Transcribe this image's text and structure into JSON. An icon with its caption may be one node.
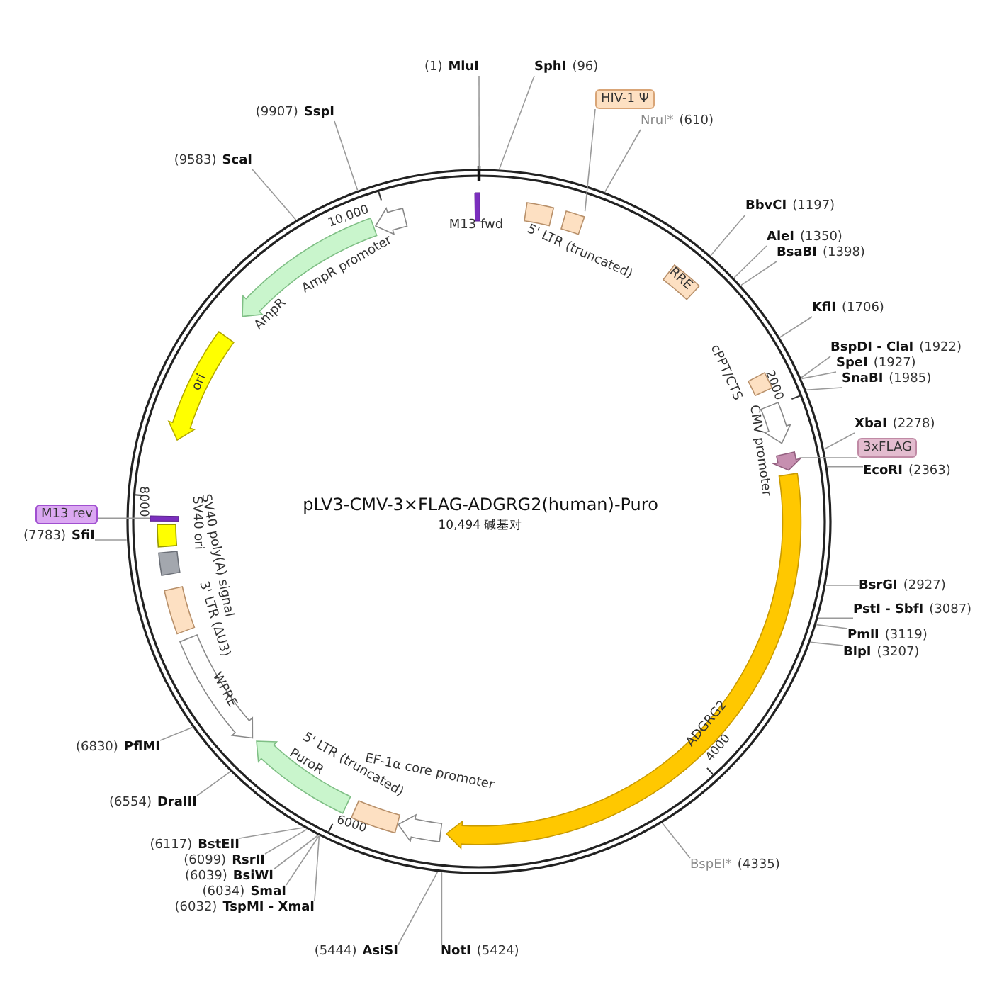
{
  "diagram": {
    "title": "pLV3-CMV-3×FLAG-ADGRG2(human)-Puro",
    "nodes": [
      {
        "text": [
          "M13 fwd"
        ]
      },
      {
        "text": [
          "5' LTR (truncated)"
        ]
      },
      {
        "text": [],
        "shape": "box"
      },
      {
        "text": [
          "RRE"
        ]
      },
      {
        "text": [
          "cPPT/CTS"
        ]
      },
      {
        "text": [
          "CMV promoter"
        ]
      },
      {
        "text": [],
        "shape": "pentagon"
      },
      {
        "text": [
          "ADGRG2"
        ]
      },
      {
        "text": [
          "EF-1α core promoter"
        ]
      },
      {
        "text": [
          "5' LTR (truncated)"
        ]
      },
      {
        "text": [
          "PuroR"
        ]
      },
      {
        "text": [
          "WPRE"
        ]
      },
      {
        "text": [
          "3' LTR (ΔU3)"
        ]
      },
      {
        "text": [
          "SV40 poly(A) signal"
        ]
      },
      {
        "text": [
          "SV40 ori"
        ]
      },
      {
        "text": [],
        "shape": "bar"
      },
      {
        "text": [
          "ori"
        ]
      },
      {
        "text": [
          "AmpR"
        ]
      },
      {
        "text": [
          "AmpR promoter"
        ]
      },
      {
        "text": [
          "(1)",
          "MluI"
        ]
      },
      {
        "text": [
          "SphI",
          "(96)"
        ]
      },
      {
        "text": [
          "HIV-1 Ψ"
        ]
      },
      {
        "text": [
          "NruI*",
          "(610)"
        ]
      },
      {
        "text": [
          "BbvCI",
          "(1197)"
        ]
      },
      {
        "text": [
          "AleI",
          "(1350)"
        ]
      },
      {
        "text": [
          "BsaBI",
          "(1398)"
        ]
      },
      {
        "text": [
          "KflI",
          "(1706)"
        ]
      },
      {
        "text": [
          "BspDI - ClaI",
          "(1922)"
        ]
      },
      {
        "text": [
          "SpeI",
          "(1927)"
        ]
      },
      {
        "text": [
          "SnaBI",
          "(1985)"
        ]
      },
      {
        "text": [
          "XbaI",
          "(2278)"
        ]
      },
      {
        "text": [
          "3xFLAG"
        ]
      },
      {
        "text": [
          "EcoRI",
          "(2363)"
        ]
      },
      {
        "text": [
          "BsrGI",
          "(2927)"
        ]
      },
      {
        "text": [
          "PstI - SbfI",
          "(3087)"
        ]
      },
      {
        "text": [
          "PmlI",
          "(3119)"
        ]
      },
      {
        "text": [
          "BlpI",
          "(3207)"
        ]
      },
      {
        "text": [
          "BspEI*",
          "(4335)"
        ]
      },
      {
        "text": [
          "NotI",
          "(5424)"
        ]
      },
      {
        "text": [
          "(5444)",
          "AsiSI"
        ]
      },
      {
        "text": [
          "(6032)",
          "TspMI - XmaI"
        ]
      },
      {
        "text": [
          "(6034)",
          "SmaI"
        ]
      },
      {
        "text": [
          "(6039)",
          "BsiWI"
        ]
      },
      {
        "text": [
          "(6099)",
          "RsrII"
        ]
      },
      {
        "text": [
          "(6117)",
          "BstEII"
        ]
      },
      {
        "text": [
          "(6554)",
          "DraIII"
        ]
      },
      {
        "text": [
          "(6830)",
          "PflMI"
        ]
      },
      {
        "text": [
          "(7783)",
          "SfiI"
        ]
      },
      {
        "text": [
          "M13 rev"
        ]
      },
      {
        "text": [
          "(9583)",
          "ScaI"
        ]
      },
      {
        "text": [
          "(9907)",
          "SspI"
        ]
      }
    ],
    "edges": [
      {
        "from": 19,
        "to": null,
        "arrow": "none"
      },
      {
        "from": 20,
        "to": null,
        "arrow": "none"
      },
      {
        "from": 21,
        "to": 2,
        "arrow": "none"
      },
      {
        "from": 22,
        "to": null,
        "arrow": "none"
      },
      {
        "from": 23,
        "to": null,
        "arrow": "none"
      },
      {
        "from": 24,
        "to": null,
        "arrow": "none"
      },
      {
        "from": 25,
        "to": null,
        "arrow": "none"
      },
      {
        "from": 26,
        "to": null,
        "arrow": "none"
      },
      {
        "from": 27,
        "to": null,
        "arrow": "none"
      },
      {
        "from": 28,
        "to": null,
        "arrow": "none"
      },
      {
        "from": 29,
        "to": null,
        "arrow": "none"
      },
      {
        "from": 30,
        "to": null,
        "arrow": "none"
      },
      {
        "from": 31,
        "to": 6,
        "arrow": "none"
      },
      {
        "from": 32,
        "to": null,
        "arrow": "none"
      },
      {
        "from": 33,
        "to": null,
        "arrow": "none"
      },
      {
        "from": 34,
        "to": null,
        "arrow": "none"
      },
      {
        "from": 35,
        "to": null,
        "arrow": "none"
      },
      {
        "from": 36,
        "to": null,
        "arrow": "none"
      },
      {
        "from": 37,
        "to": null,
        "arrow": "none"
      },
      {
        "from": 38,
        "to": null,
        "arrow": "none"
      },
      {
        "from": 39,
        "to": null,
        "arrow": "none"
      },
      {
        "from": 40,
        "to": null,
        "arrow": "none"
      },
      {
        "from": 41,
        "to": null,
        "arrow": "none"
      },
      {
        "from": 42,
        "to": null,
        "arrow": "none"
      },
      {
        "from": 43,
        "to": null,
        "arrow": "none"
      },
      {
        "from": 44,
        "to": null,
        "arrow": "none"
      },
      {
        "from": 45,
        "to": null,
        "arrow": "none"
      },
      {
        "from": 46,
        "to": null,
        "arrow": "none"
      },
      {
        "from": 47,
        "to": null,
        "arrow": "none"
      },
      {
        "from": 48,
        "to": 15,
        "arrow": "none"
      },
      {
        "from": 49,
        "to": null,
        "arrow": "none"
      },
      {
        "from": 50,
        "to": null,
        "arrow": "none"
      }
    ],
    "labels": [
      "10,494 碱基对",
      "10,000",
      "2000",
      "4000",
      "6000",
      "8000"
    ]
  }
}
